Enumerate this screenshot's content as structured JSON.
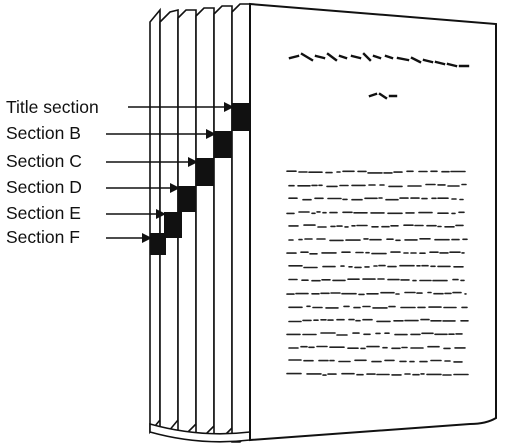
{
  "diagram": {
    "labels": [
      {
        "key": "title",
        "text": "Title section"
      },
      {
        "key": "b",
        "text": "Section B"
      },
      {
        "key": "c",
        "text": "Section C"
      },
      {
        "key": "d",
        "text": "Section D"
      },
      {
        "key": "e",
        "text": "Section E"
      },
      {
        "key": "f",
        "text": "Section F"
      }
    ]
  }
}
